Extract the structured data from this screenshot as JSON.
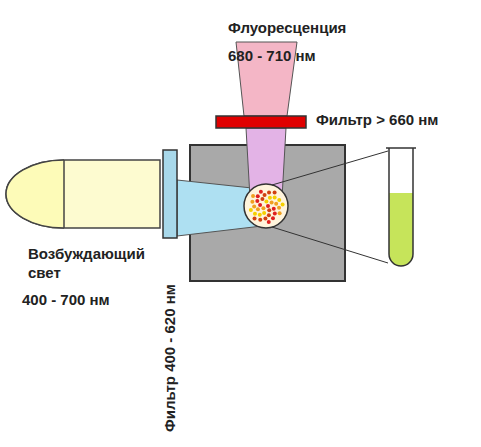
{
  "diagram": {
    "labels": [
      "Флуоресценция",
      "680 - 710 нм",
      "Фильтр > 660 нм",
      "Возбуждающий свет",
      "400 - 700 нм",
      "Фильтр 400 - 620 нм"
    ]
  }
}
